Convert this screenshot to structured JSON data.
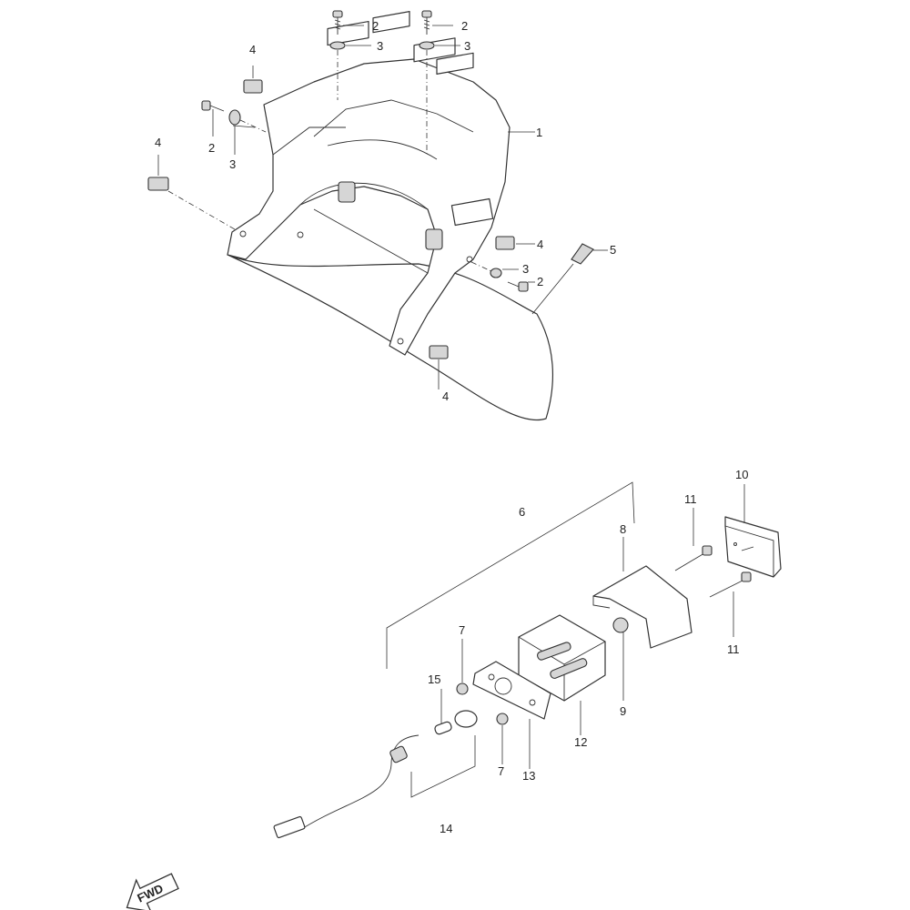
{
  "callouts": {
    "c1": "1",
    "c2a": "2",
    "c2b": "2",
    "c2c": "2",
    "c2d": "2",
    "c3a": "3",
    "c3b": "3",
    "c3c": "3",
    "c3d": "3",
    "c4a": "4",
    "c4b": "4",
    "c4c": "4",
    "c4d": "4",
    "c5": "5",
    "c6": "6",
    "c7a": "7",
    "c7b": "7",
    "c8": "8",
    "c9": "9",
    "c10": "10",
    "c11a": "11",
    "c11b": "11",
    "c12": "12",
    "c13": "13",
    "c14": "14",
    "c15": "15"
  },
  "fwd_label": "FWD"
}
